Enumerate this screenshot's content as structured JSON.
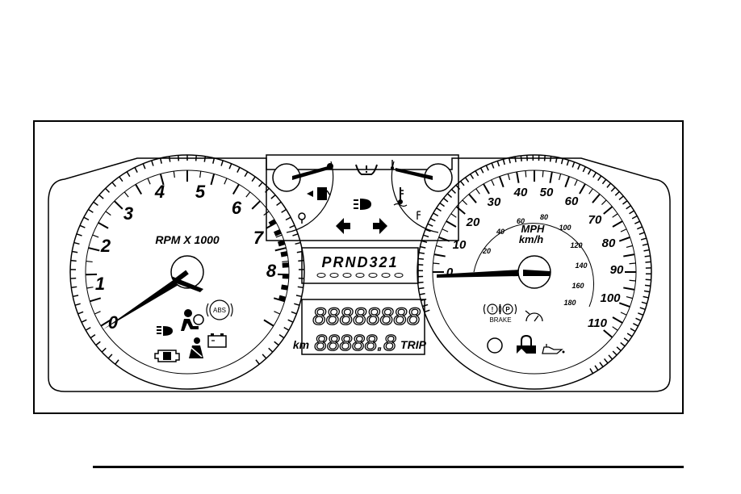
{
  "tachometer": {
    "numbers": [
      "0",
      "1",
      "2",
      "3",
      "4",
      "5",
      "6",
      "7",
      "8"
    ],
    "unit_label": "RPM X 1000"
  },
  "speedometer": {
    "mph_numbers": [
      "0",
      "10",
      "20",
      "30",
      "40",
      "50",
      "60",
      "70",
      "80",
      "90",
      "100",
      "110"
    ],
    "kmh_numbers": [
      "20",
      "40",
      "60",
      "80",
      "100",
      "120",
      "140",
      "160",
      "180"
    ],
    "mph_label": "MPH",
    "kmh_label": "km/h"
  },
  "prndl": {
    "text": "PRND321"
  },
  "odometer": {
    "top_digits": "88888888",
    "bottom_digits": "88888.8",
    "km_label": "km",
    "trip_label": "TRIP"
  },
  "indicators": {
    "abs_label": "ABS",
    "brake_label": "BRAKE",
    "brake_p": "P"
  }
}
